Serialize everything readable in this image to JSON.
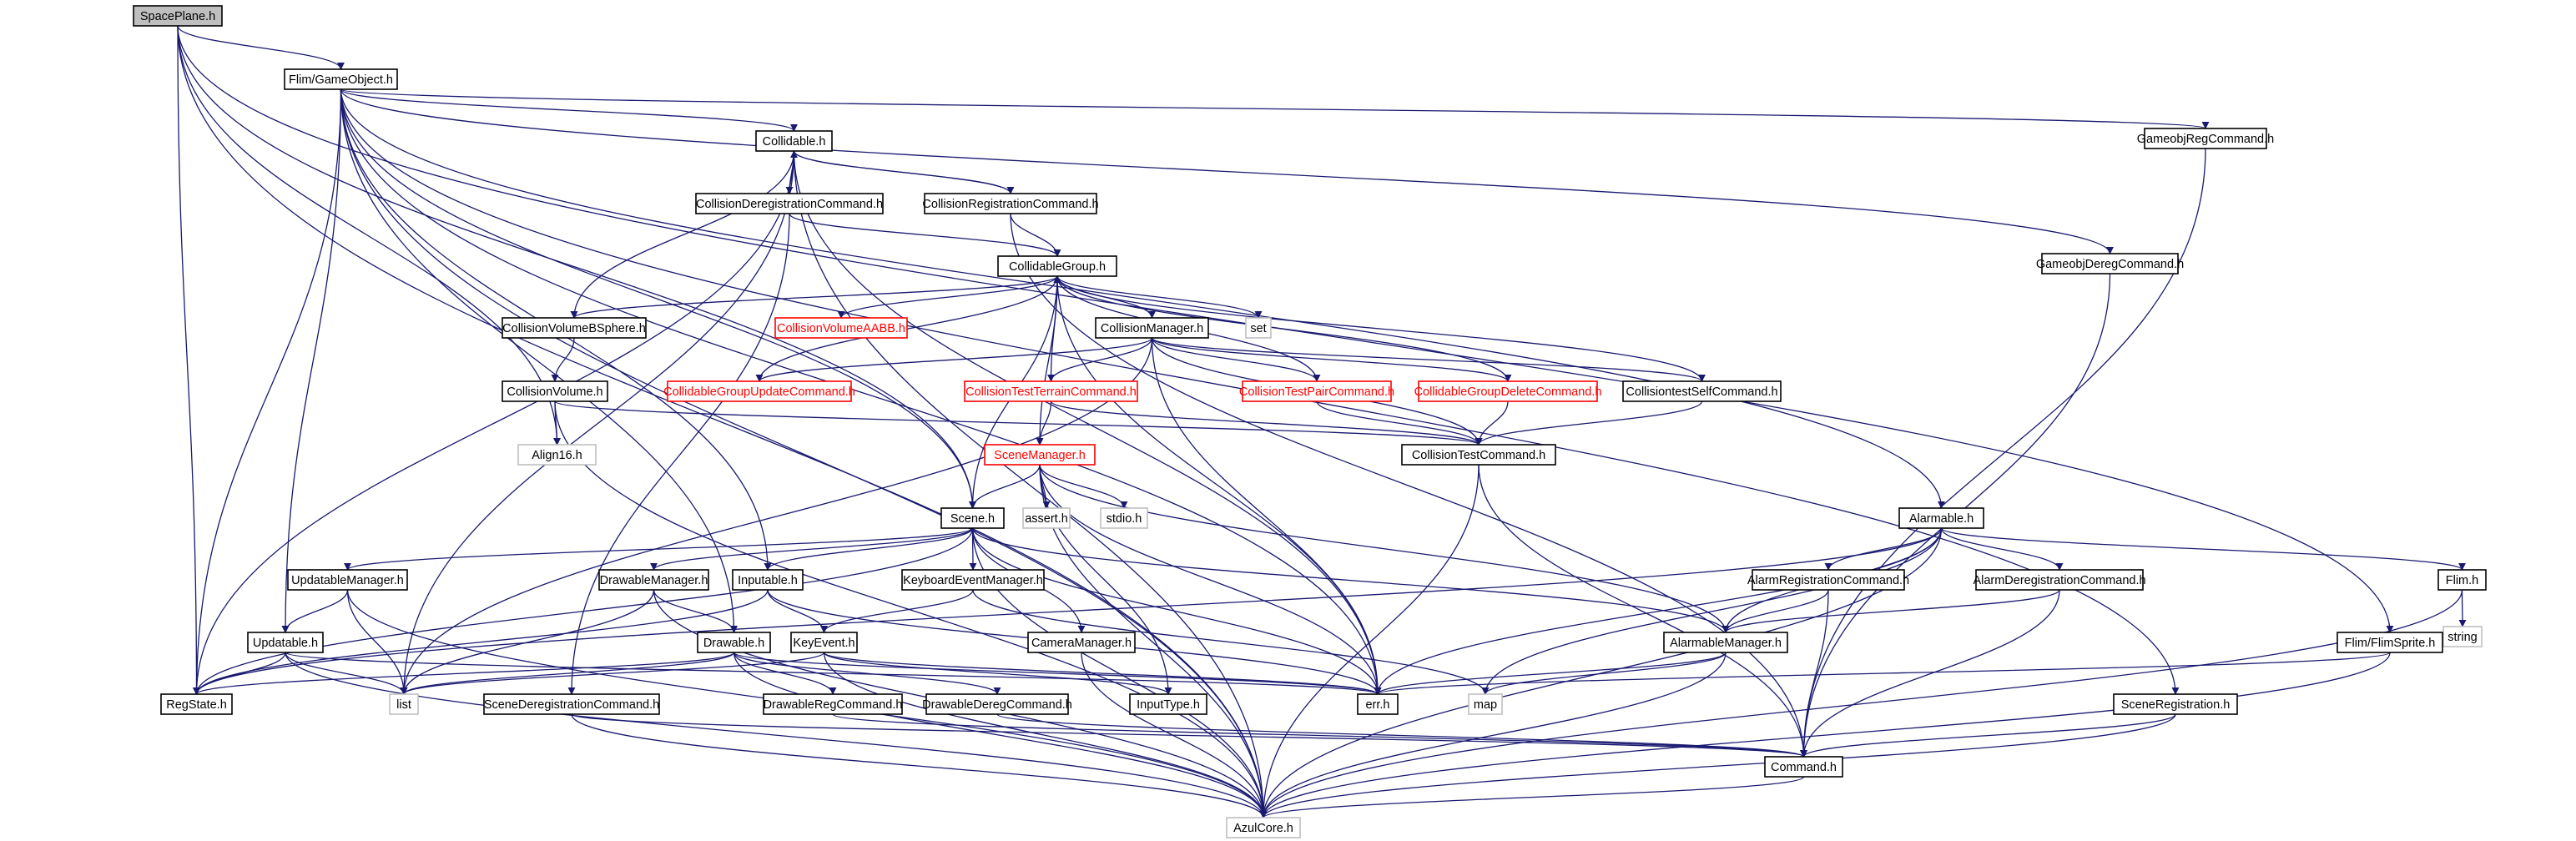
{
  "diagram": {
    "colors": {
      "edge": "#191970",
      "normal_border": "#000000",
      "normal_text": "#000000",
      "missing_border": "#ff0000",
      "missing_text": "#ff0000",
      "external_border": "#bfbfbf",
      "external_text": "#000000",
      "root_fill": "#bfbfbf",
      "fill": "#ffffff"
    },
    "nodes": [
      {
        "id": "spaceplane",
        "label": "SpacePlane.h",
        "kind": "root"
      },
      {
        "id": "gameobject",
        "label": "Flim/GameObject.h",
        "kind": "normal"
      },
      {
        "id": "collidable",
        "label": "Collidable.h",
        "kind": "normal"
      },
      {
        "id": "gameobjreg",
        "label": "GameobjRegCommand.h",
        "kind": "normal"
      },
      {
        "id": "colldereg",
        "label": "CollisionDeregistrationCommand.h",
        "kind": "normal"
      },
      {
        "id": "collreg",
        "label": "CollisionRegistrationCommand.h",
        "kind": "normal"
      },
      {
        "id": "gameobjdereg",
        "label": "GameobjDeregCommand.h",
        "kind": "normal"
      },
      {
        "id": "collgroup",
        "label": "CollidableGroup.h",
        "kind": "normal"
      },
      {
        "id": "cvbsphere",
        "label": "CollisionVolumeBSphere.h",
        "kind": "normal"
      },
      {
        "id": "cvaabb",
        "label": "CollisionVolumeAABB.h",
        "kind": "missing"
      },
      {
        "id": "collmgr",
        "label": "CollisionManager.h",
        "kind": "normal"
      },
      {
        "id": "set",
        "label": "set",
        "kind": "external"
      },
      {
        "id": "cvol",
        "label": "CollisionVolume.h",
        "kind": "normal"
      },
      {
        "id": "cgupdate",
        "label": "CollidableGroupUpdateCommand.h",
        "kind": "missing"
      },
      {
        "id": "ctterrain",
        "label": "CollisionTestTerrainCommand.h",
        "kind": "missing"
      },
      {
        "id": "ctpair",
        "label": "CollisionTestPairCommand.h",
        "kind": "missing"
      },
      {
        "id": "cgdelete",
        "label": "CollidableGroupDeleteCommand.h",
        "kind": "missing"
      },
      {
        "id": "ctself",
        "label": "CollisiontestSelfCommand.h",
        "kind": "normal"
      },
      {
        "id": "align16",
        "label": "Align16.h",
        "kind": "external"
      },
      {
        "id": "scenemgr",
        "label": "SceneManager.h",
        "kind": "missing"
      },
      {
        "id": "colltest",
        "label": "CollisionTestCommand.h",
        "kind": "normal"
      },
      {
        "id": "scene",
        "label": "Scene.h",
        "kind": "normal"
      },
      {
        "id": "assert",
        "label": "assert.h",
        "kind": "external"
      },
      {
        "id": "stdio",
        "label": "stdio.h",
        "kind": "external"
      },
      {
        "id": "alarmable",
        "label": "Alarmable.h",
        "kind": "normal"
      },
      {
        "id": "updmgr",
        "label": "UpdatableManager.h",
        "kind": "normal"
      },
      {
        "id": "drawmgr",
        "label": "DrawableManager.h",
        "kind": "normal"
      },
      {
        "id": "inputable",
        "label": "Inputable.h",
        "kind": "normal"
      },
      {
        "id": "kbmgr",
        "label": "KeyboardEventManager.h",
        "kind": "normal"
      },
      {
        "id": "alarmreg",
        "label": "AlarmRegistrationCommand.h",
        "kind": "normal"
      },
      {
        "id": "alarmdereg",
        "label": "AlarmDeregistrationCommand.h",
        "kind": "normal"
      },
      {
        "id": "flim",
        "label": "Flim.h",
        "kind": "normal"
      },
      {
        "id": "string",
        "label": "string",
        "kind": "external"
      },
      {
        "id": "updatable",
        "label": "Updatable.h",
        "kind": "normal"
      },
      {
        "id": "drawable",
        "label": "Drawable.h",
        "kind": "normal"
      },
      {
        "id": "keyevent",
        "label": "KeyEvent.h",
        "kind": "normal"
      },
      {
        "id": "cammgr",
        "label": "CameraManager.h",
        "kind": "normal"
      },
      {
        "id": "alarmmgr",
        "label": "AlarmableManager.h",
        "kind": "normal"
      },
      {
        "id": "flimsprite",
        "label": "Flim/FlimSprite.h",
        "kind": "normal"
      },
      {
        "id": "regstate",
        "label": "RegState.h",
        "kind": "normal"
      },
      {
        "id": "list",
        "label": "list",
        "kind": "external"
      },
      {
        "id": "scenedereg",
        "label": "SceneDeregistrationCommand.h",
        "kind": "normal"
      },
      {
        "id": "drawreg",
        "label": "DrawableRegCommand.h",
        "kind": "normal"
      },
      {
        "id": "drawdereg",
        "label": "DrawableDeregCommand.h",
        "kind": "normal"
      },
      {
        "id": "inputtype",
        "label": "InputType.h",
        "kind": "normal"
      },
      {
        "id": "errh",
        "label": "err.h",
        "kind": "normal"
      },
      {
        "id": "map",
        "label": "map",
        "kind": "external"
      },
      {
        "id": "scenereg",
        "label": "SceneRegistration.h",
        "kind": "normal"
      },
      {
        "id": "command",
        "label": "Command.h",
        "kind": "normal"
      },
      {
        "id": "azulcore",
        "label": "AzulCore.h",
        "kind": "external"
      }
    ],
    "edges": [
      [
        "spaceplane",
        "gameobject"
      ],
      [
        "spaceplane",
        "flimsprite"
      ],
      [
        "spaceplane",
        "azulcore"
      ],
      [
        "spaceplane",
        "scene"
      ],
      [
        "spaceplane",
        "align16"
      ],
      [
        "spaceplane",
        "regstate"
      ],
      [
        "gameobject",
        "collidable"
      ],
      [
        "gameobject",
        "gameobjreg"
      ],
      [
        "gameobject",
        "gameobjdereg"
      ],
      [
        "gameobject",
        "alarmable"
      ],
      [
        "gameobject",
        "updatable"
      ],
      [
        "gameobject",
        "drawable"
      ],
      [
        "gameobject",
        "inputable"
      ],
      [
        "gameobject",
        "regstate"
      ],
      [
        "gameobject",
        "azulcore"
      ],
      [
        "gameobject",
        "errh"
      ],
      [
        "gameobject",
        "scenereg"
      ],
      [
        "gameobject",
        "scene"
      ],
      [
        "collidable",
        "colldereg"
      ],
      [
        "collidable",
        "collreg"
      ],
      [
        "collidable",
        "cvbsphere"
      ],
      [
        "collidable",
        "list"
      ],
      [
        "collidable",
        "regstate"
      ],
      [
        "collidable",
        "errh"
      ],
      [
        "collidable",
        "azulcore"
      ],
      [
        "collreg",
        "collidable"
      ],
      [
        "collreg",
        "collgroup"
      ],
      [
        "collreg",
        "command"
      ],
      [
        "colldereg",
        "collgroup"
      ],
      [
        "colldereg",
        "scenedereg"
      ],
      [
        "gameobjreg",
        "command"
      ],
      [
        "gameobjdereg",
        "command"
      ],
      [
        "collgroup",
        "cvbsphere"
      ],
      [
        "collgroup",
        "cvaabb"
      ],
      [
        "collgroup",
        "collmgr"
      ],
      [
        "collgroup",
        "set"
      ],
      [
        "collgroup",
        "scene"
      ],
      [
        "collgroup",
        "scenemgr"
      ],
      [
        "collgroup",
        "errh"
      ],
      [
        "cgupdate",
        "collgroup"
      ],
      [
        "ctterrain",
        "collgroup"
      ],
      [
        "ctpair",
        "collgroup"
      ],
      [
        "cgdelete",
        "collgroup"
      ],
      [
        "ctself",
        "collgroup"
      ],
      [
        "collmgr",
        "cgupdate"
      ],
      [
        "collmgr",
        "ctterrain"
      ],
      [
        "collmgr",
        "ctpair"
      ],
      [
        "collmgr",
        "cgdelete"
      ],
      [
        "collmgr",
        "ctself"
      ],
      [
        "collmgr",
        "colltest"
      ],
      [
        "collmgr",
        "list"
      ],
      [
        "collmgr",
        "errh"
      ],
      [
        "cvbsphere",
        "cvol"
      ],
      [
        "cvol",
        "align16"
      ],
      [
        "cvol",
        "colltest"
      ],
      [
        "cvol",
        "azulcore"
      ],
      [
        "ctterrain",
        "scenemgr"
      ],
      [
        "ctterrain",
        "colltest"
      ],
      [
        "ctpair",
        "colltest"
      ],
      [
        "cgdelete",
        "colltest"
      ],
      [
        "ctself",
        "colltest"
      ],
      [
        "colltest",
        "command"
      ],
      [
        "colltest",
        "azulcore"
      ],
      [
        "scenemgr",
        "scene"
      ],
      [
        "scenemgr",
        "assert"
      ],
      [
        "scenemgr",
        "stdio"
      ],
      [
        "scenemgr",
        "errh"
      ],
      [
        "scenemgr",
        "alarmmgr"
      ],
      [
        "scenemgr",
        "azulcore"
      ],
      [
        "scenemgr",
        "inputtype"
      ],
      [
        "scene",
        "updmgr"
      ],
      [
        "scene",
        "drawmgr"
      ],
      [
        "scene",
        "inputable"
      ],
      [
        "scene",
        "kbmgr"
      ],
      [
        "scene",
        "cammgr"
      ],
      [
        "scene",
        "alarmmgr"
      ],
      [
        "scene",
        "errh"
      ],
      [
        "scene",
        "azulcore"
      ],
      [
        "scene",
        "regstate"
      ],
      [
        "alarmable",
        "alarmreg"
      ],
      [
        "alarmable",
        "alarmdereg"
      ],
      [
        "alarmable",
        "alarmmgr"
      ],
      [
        "alarmable",
        "flim"
      ],
      [
        "alarmable",
        "errh"
      ],
      [
        "alarmable",
        "map"
      ],
      [
        "alarmable",
        "regstate"
      ],
      [
        "alarmable",
        "azulcore"
      ],
      [
        "updmgr",
        "updatable"
      ],
      [
        "updmgr",
        "list"
      ],
      [
        "updmgr",
        "azulcore"
      ],
      [
        "drawmgr",
        "drawable"
      ],
      [
        "drawmgr",
        "list"
      ],
      [
        "drawmgr",
        "azulcore"
      ],
      [
        "inputable",
        "keyevent"
      ],
      [
        "inputable",
        "regstate"
      ],
      [
        "inputable",
        "errh"
      ],
      [
        "kbmgr",
        "keyevent"
      ],
      [
        "kbmgr",
        "map"
      ],
      [
        "alarmreg",
        "alarmmgr"
      ],
      [
        "alarmreg",
        "command"
      ],
      [
        "alarmdereg",
        "alarmmgr"
      ],
      [
        "alarmdereg",
        "command"
      ],
      [
        "flim",
        "string"
      ],
      [
        "flim",
        "azulcore"
      ],
      [
        "updatable",
        "regstate"
      ],
      [
        "updatable",
        "list"
      ],
      [
        "updatable",
        "azulcore"
      ],
      [
        "updatable",
        "errh"
      ],
      [
        "drawable",
        "drawreg"
      ],
      [
        "drawable",
        "drawdereg"
      ],
      [
        "drawable",
        "regstate"
      ],
      [
        "drawable",
        "list"
      ],
      [
        "drawable",
        "errh"
      ],
      [
        "drawable",
        "azulcore"
      ],
      [
        "keyevent",
        "inputtype"
      ],
      [
        "keyevent",
        "list"
      ],
      [
        "keyevent",
        "errh"
      ],
      [
        "keyevent",
        "azulcore"
      ],
      [
        "cammgr",
        "azulcore"
      ],
      [
        "alarmmgr",
        "errh"
      ],
      [
        "alarmmgr",
        "map"
      ],
      [
        "alarmmgr",
        "azulcore"
      ],
      [
        "flimsprite",
        "azulcore"
      ],
      [
        "flimsprite",
        "errh"
      ],
      [
        "scenedereg",
        "command"
      ],
      [
        "scenedereg",
        "azulcore"
      ],
      [
        "drawreg",
        "command"
      ],
      [
        "drawdereg",
        "command"
      ],
      [
        "scenereg",
        "command"
      ],
      [
        "scenereg",
        "azulcore"
      ],
      [
        "command",
        "azulcore"
      ]
    ]
  }
}
